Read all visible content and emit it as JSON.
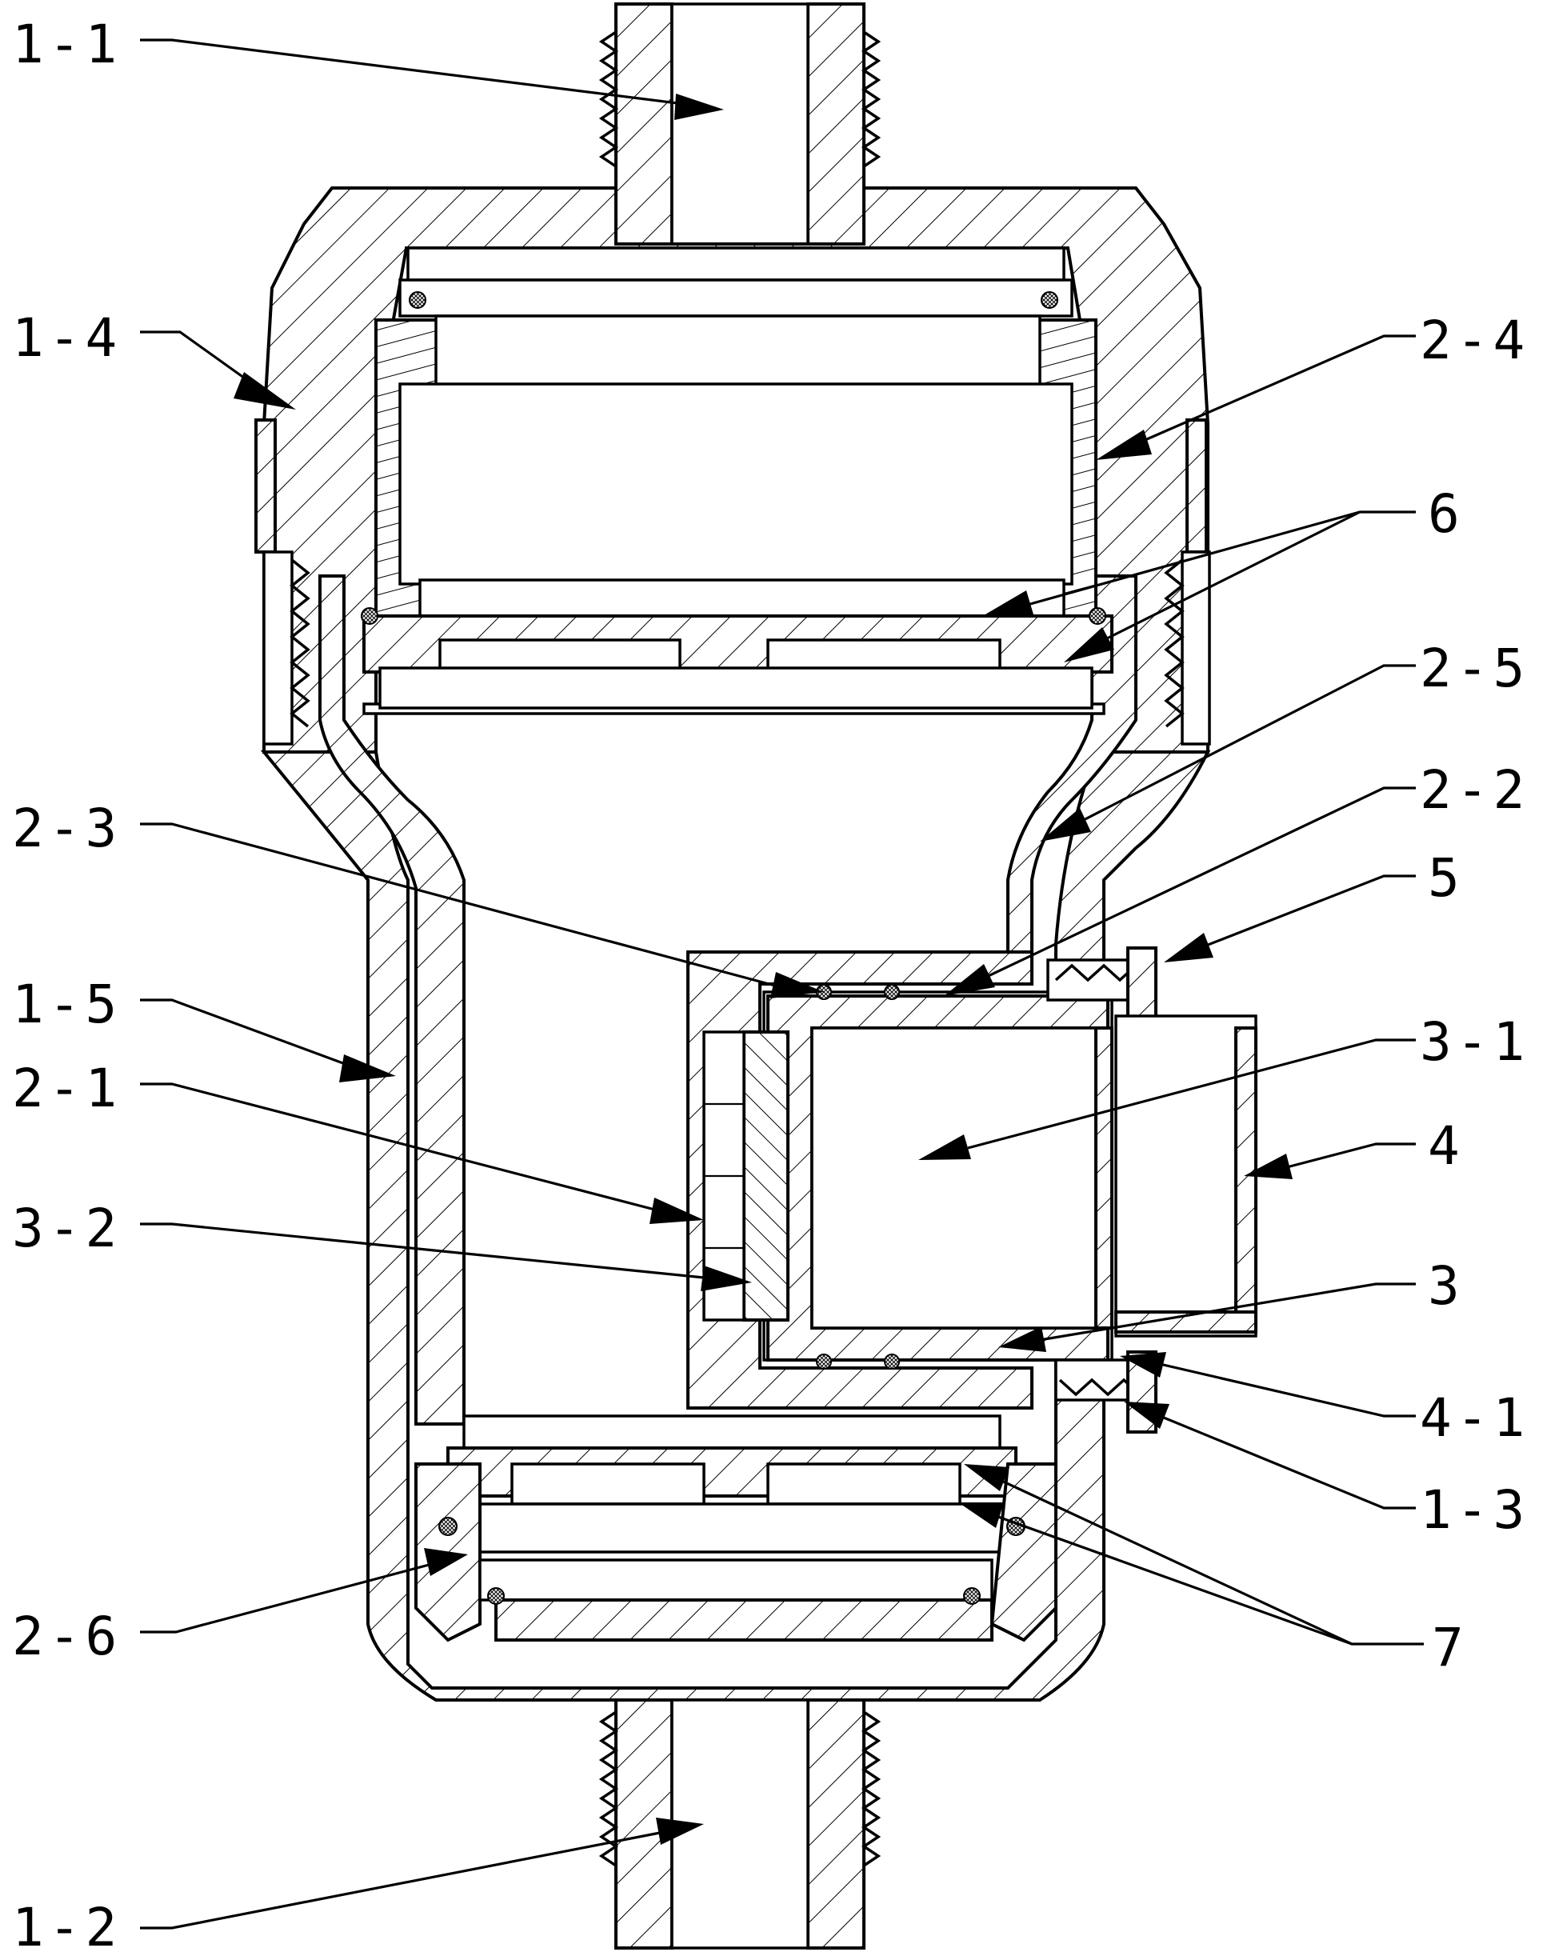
{
  "figure": {
    "labels": [
      {
        "id": "1-1",
        "text": "1-1"
      },
      {
        "id": "1-4",
        "text": "1-4"
      },
      {
        "id": "2-4",
        "text": "2-4"
      },
      {
        "id": "6",
        "text": "6"
      },
      {
        "id": "2-5",
        "text": "2-5"
      },
      {
        "id": "2-3",
        "text": "2-3"
      },
      {
        "id": "2-2",
        "text": "2-2"
      },
      {
        "id": "5",
        "text": "5"
      },
      {
        "id": "1-5",
        "text": "1-5"
      },
      {
        "id": "3-1",
        "text": "3-1"
      },
      {
        "id": "2-1",
        "text": "2-1"
      },
      {
        "id": "4",
        "text": "4"
      },
      {
        "id": "3-2",
        "text": "3-2"
      },
      {
        "id": "3",
        "text": "3"
      },
      {
        "id": "4-1",
        "text": "4-1"
      },
      {
        "id": "1-3",
        "text": "1-3"
      },
      {
        "id": "2-6",
        "text": "2-6"
      },
      {
        "id": "7",
        "text": "7"
      },
      {
        "id": "1-2",
        "text": "1-2"
      }
    ]
  }
}
